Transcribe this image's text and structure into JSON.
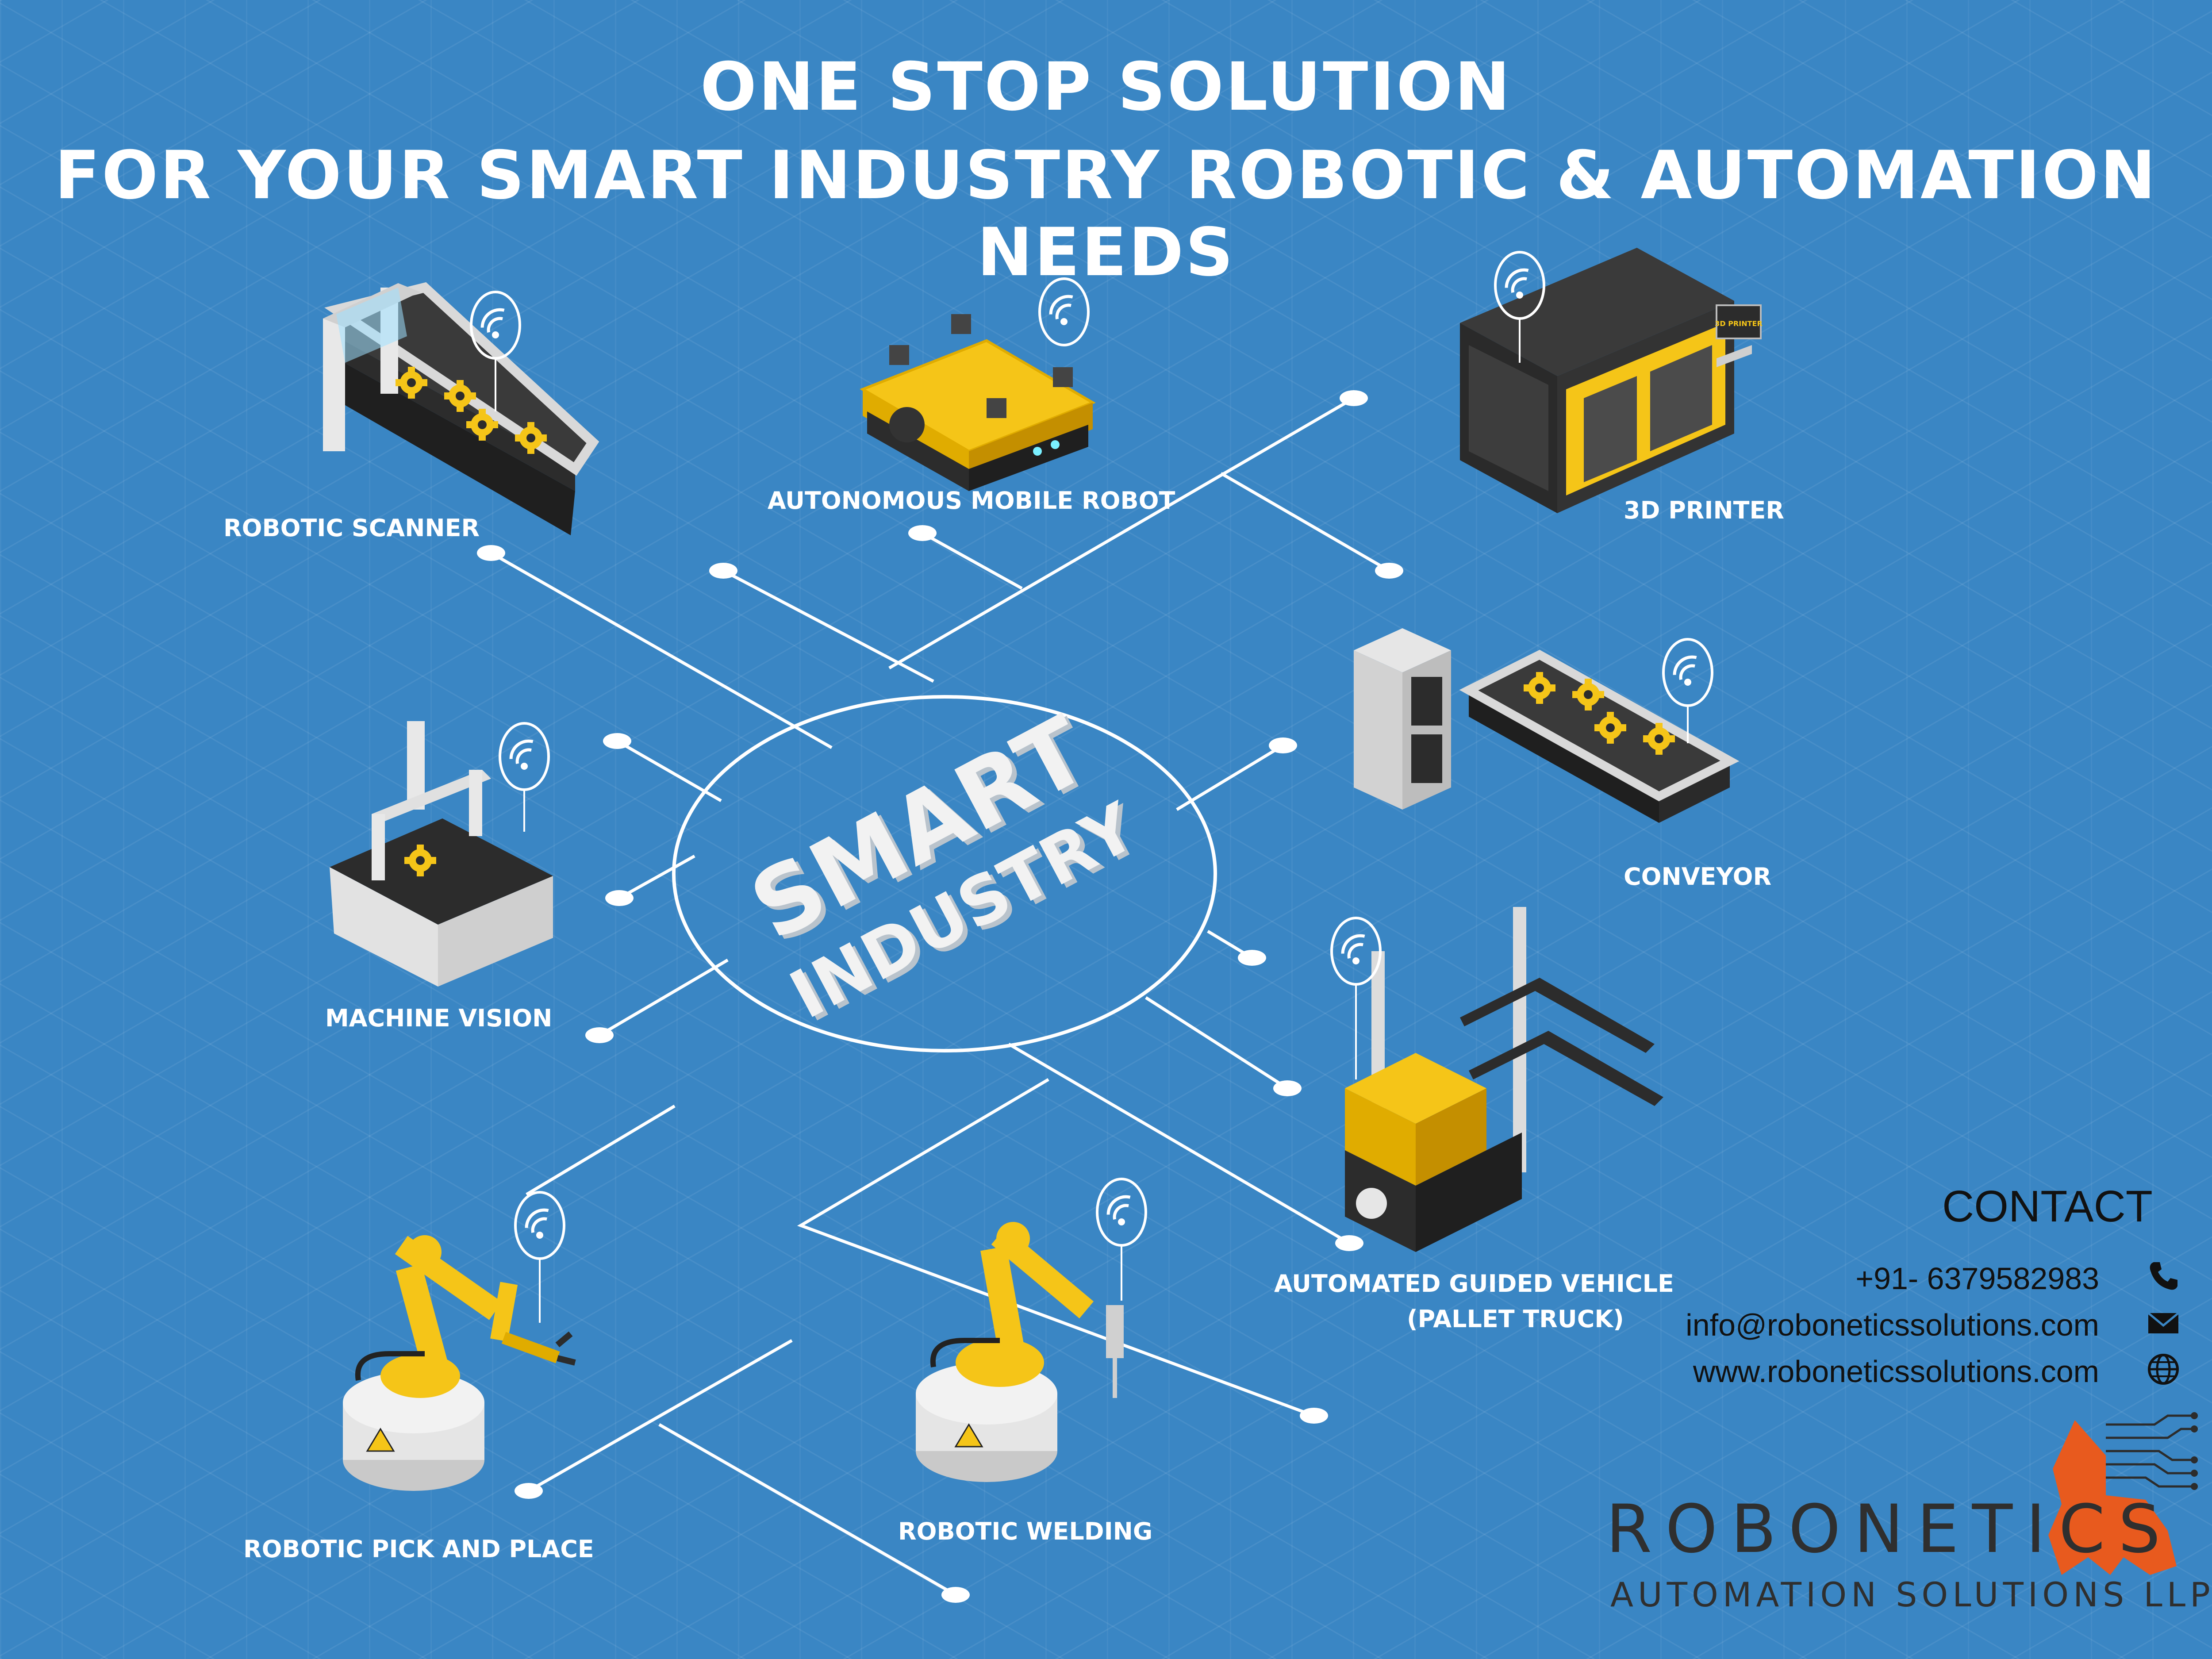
{
  "header": {
    "line1": "ONE STOP SOLUTION",
    "line2": "FOR YOUR SMART INDUSTRY ROBOTIC & AUTOMATION NEEDS"
  },
  "center": {
    "line1": "SMART",
    "line2": "INDUSTRY"
  },
  "nodes": {
    "robotic_scanner": "ROBOTIC SCANNER",
    "autonomous_mobile_robot": "AUTONOMOUS MOBILE ROBOT",
    "printer_3d": "3D PRINTER",
    "printer_screen": "3D PRINTER",
    "conveyor": "CONVEYOR",
    "machine_vision": "MACHINE VISION",
    "agv_line1": "AUTOMATED GUIDED VEHICLE",
    "agv_line2": "(PALLET TRUCK)",
    "pick_and_place": "ROBOTIC PICK AND PLACE",
    "welding": "ROBOTIC WELDING"
  },
  "contact": {
    "title": "CONTACT",
    "phone": "+91- 6379582983",
    "email": "info@roboneticssolutions.com",
    "website": "www.roboneticssolutions.com"
  },
  "brand": {
    "name": "ROBONETICS",
    "tagline": "AUTOMATION SOLUTIONS LLP"
  },
  "colors": {
    "background": "#3a86c4",
    "accent_yellow": "#f5c518",
    "dark": "#2c2c2c",
    "logo_orange": "#e85a1e"
  },
  "icons": [
    "wifi-icon",
    "phone-icon",
    "mail-icon",
    "globe-icon",
    "robot-head-icon",
    "gear-icon"
  ]
}
